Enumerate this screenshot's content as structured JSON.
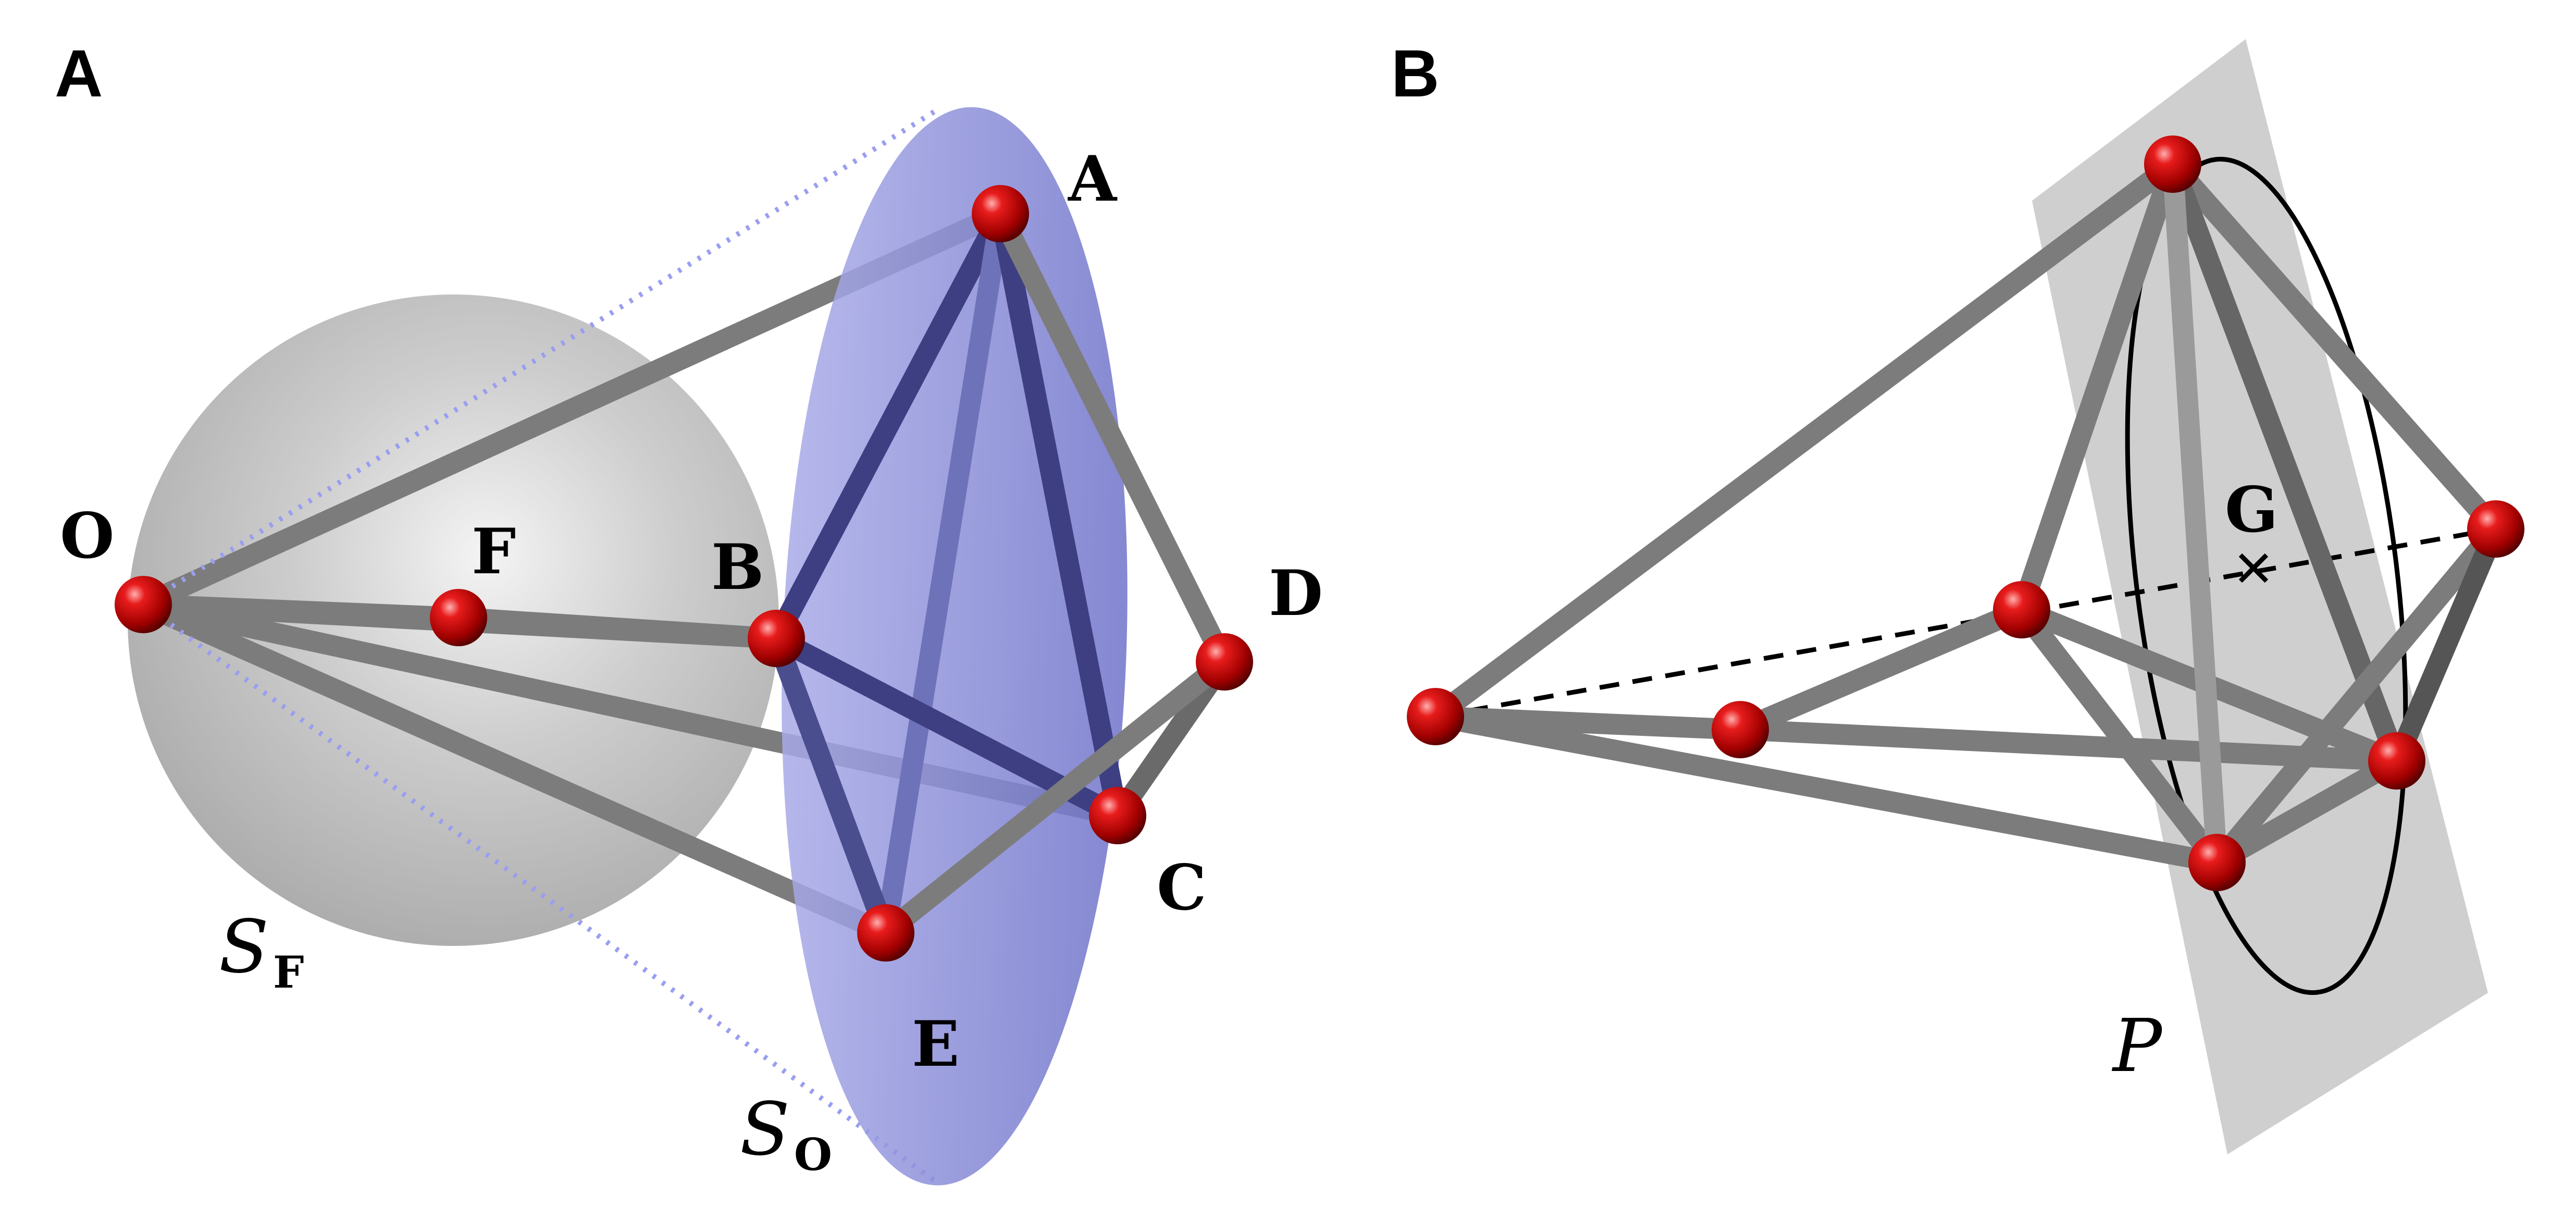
{
  "panel_a": {
    "letter": "A",
    "labels": {
      "O": "O",
      "F": "F",
      "B": "B",
      "A": "A",
      "D": "D",
      "C": "C",
      "E": "E"
    },
    "sphere_f": {
      "symbol": "S",
      "subscript": "F"
    },
    "sphere_o": {
      "symbol": "S",
      "subscript": "O"
    }
  },
  "panel_b": {
    "letter": "B",
    "centroid_label": "G",
    "plane_label": "P"
  },
  "colors": {
    "rod": "#7a7a7a",
    "node": "#cc0000",
    "sphere": "#c4c4c4",
    "disc": "#8f93e0",
    "plane": "#cfcfcf",
    "dotted_line": "#9a9ef0"
  }
}
